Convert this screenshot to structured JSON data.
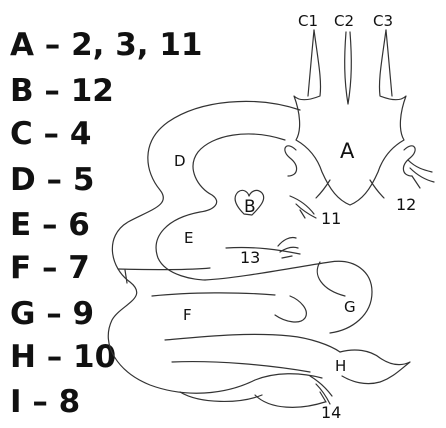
{
  "legend": [
    {
      "letter": "A",
      "text": "A – 2, 3, 11"
    },
    {
      "letter": "B",
      "text": "B – 12"
    },
    {
      "letter": "C",
      "text": "C – 4"
    },
    {
      "letter": "D",
      "text": "D – 5"
    },
    {
      "letter": "E",
      "text": "E – 6"
    },
    {
      "letter": "F",
      "text": "F – 7"
    },
    {
      "letter": "G",
      "text": "G – 9"
    },
    {
      "letter": "H",
      "text": "H – 10"
    },
    {
      "letter": "I",
      "text": "I – 8"
    }
  ],
  "region_labels": {
    "A": "A",
    "B": "B",
    "D": "D",
    "E": "E",
    "F": "F",
    "G": "G",
    "H": "H",
    "C1": "C1",
    "C2": "C2",
    "C3": "C3"
  },
  "part_numbers": {
    "n11": "11",
    "n12": "12",
    "n13": "13",
    "n14": "14"
  },
  "icons": {
    "heart": "heart-icon"
  }
}
